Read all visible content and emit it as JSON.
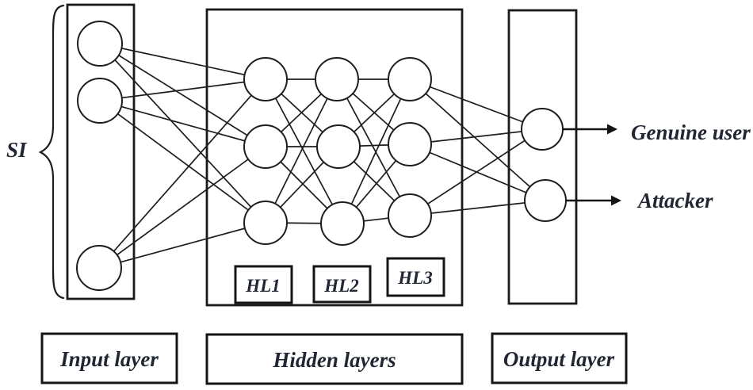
{
  "figure": {
    "si_label": "SI",
    "hidden_layer_tags": [
      {
        "label": "HL1"
      },
      {
        "label": "HL2"
      },
      {
        "label": "HL3"
      }
    ],
    "outputs": [
      {
        "label": "Genuine user"
      },
      {
        "label": "Attacker"
      }
    ],
    "captions": {
      "input": "Input layer",
      "hidden": "Hidden layers",
      "output": "Output layer"
    },
    "network": {
      "input_nodes": 3,
      "hidden_layers": 3,
      "nodes_per_hidden_layer": 3,
      "output_nodes": 2,
      "connectivity": "fully-connected between adjacent layers"
    },
    "colors": {
      "ink": "#1d1d1d",
      "text": "#212633",
      "background": "#ffffff"
    }
  }
}
